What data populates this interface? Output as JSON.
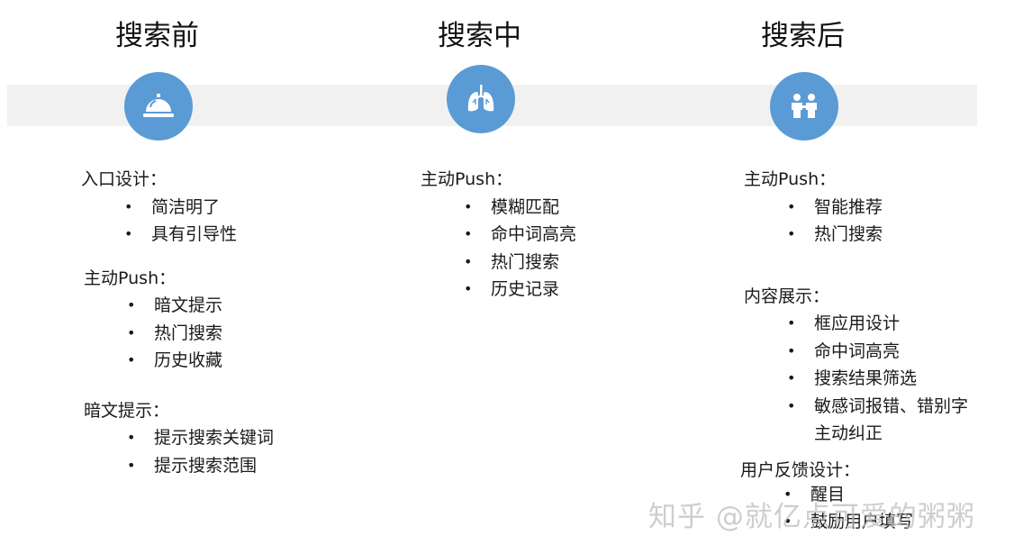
{
  "stages": [
    {
      "title": "搜索前",
      "icon": "food-cloche-icon",
      "sections": [
        {
          "heading": "入口设计：",
          "items": [
            "简洁明了",
            "具有引导性"
          ]
        },
        {
          "heading": "主动Push：",
          "items": [
            "暗文提示",
            "热门搜索",
            "历史收藏"
          ]
        },
        {
          "heading": "暗文提示：",
          "items": [
            "提示搜索关键词",
            "提示搜索范围"
          ]
        }
      ]
    },
    {
      "title": "搜索中",
      "icon": "lungs-icon",
      "sections": [
        {
          "heading": "主动Push：",
          "items": [
            "模糊匹配",
            "命中词高亮",
            "热门搜索",
            "历史记录"
          ]
        }
      ]
    },
    {
      "title": "搜索后",
      "icon": "handshake-people-icon",
      "sections": [
        {
          "heading": "主动Push：",
          "items": [
            "智能推荐",
            "热门搜索"
          ]
        },
        {
          "heading": "内容展示：",
          "items": [
            "框应用设计",
            "命中词高亮",
            "搜索结果筛选",
            "敏感词报错、错别字",
            "主动纠正"
          ]
        },
        {
          "heading": "用户反馈设计：",
          "items": [
            "醒目",
            "鼓励用户填写"
          ]
        }
      ]
    }
  ],
  "watermark": {
    "logo": "知乎",
    "text": "@就亿点可爱的粥粥"
  },
  "colors": {
    "icon_circle": "#5b9bd5",
    "band": "#f1f1f1"
  },
  "bullet_glyph": "•"
}
